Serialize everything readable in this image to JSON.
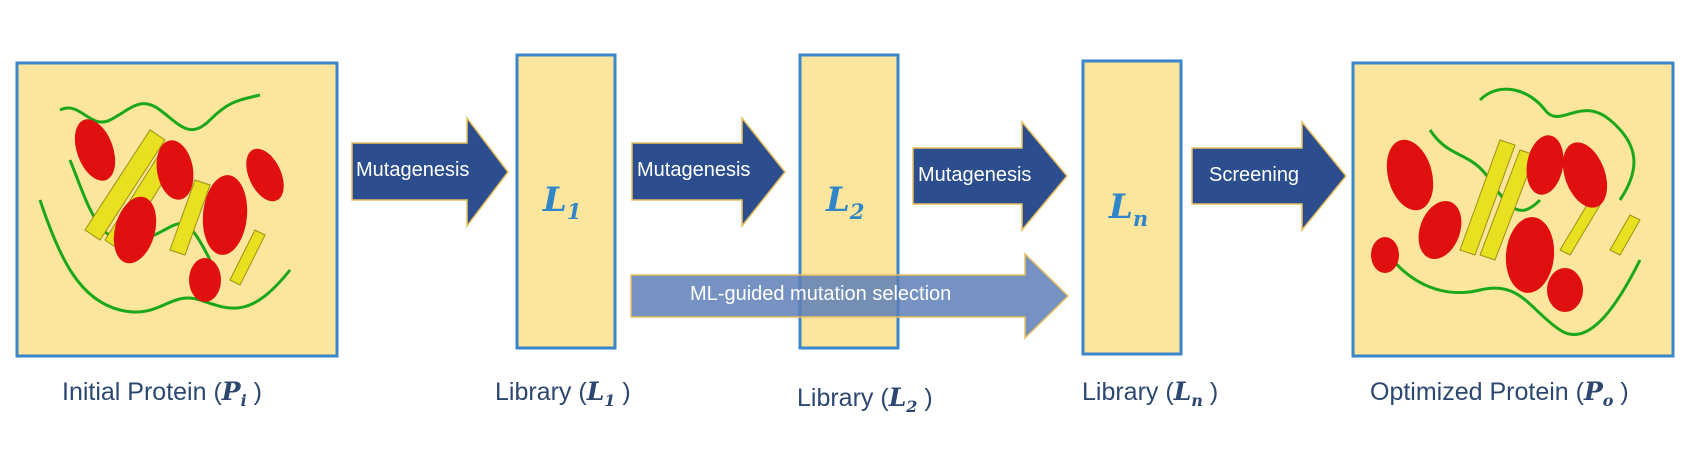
{
  "steps": {
    "initial": {
      "caption_text": "Initial Protein (",
      "symbol": "P",
      "sub": "i",
      "close": " )"
    },
    "library1": {
      "caption_text": "Library (",
      "symbol": "L",
      "sub": "1",
      "close": " )"
    },
    "library2": {
      "caption_text": "Library (",
      "symbol": "L",
      "sub": "2",
      "close": " )"
    },
    "libraryn": {
      "caption_text": "Library (",
      "symbol": "L",
      "sub": "n",
      "close": " )"
    },
    "optimized": {
      "caption_text": "Optimized Protein (",
      "symbol": "P",
      "sub": "o",
      "close": " )"
    }
  },
  "arrows": {
    "a1": "Mutagenesis",
    "a2": "Mutagenesis",
    "a3": "Mutagenesis",
    "a4": "Screening",
    "ml": "ML-guided mutation selection"
  },
  "colors": {
    "panel_fill": "#fce59c",
    "panel_border": "#3a86c8",
    "arrow": "#2c4e8e",
    "ml_arrow": "#5d7fb8",
    "helix": "#e01010",
    "sheet": "#e8e020",
    "coil": "#1aa81a",
    "caption": "#2c4770",
    "symbol": "#2f86c8"
  }
}
